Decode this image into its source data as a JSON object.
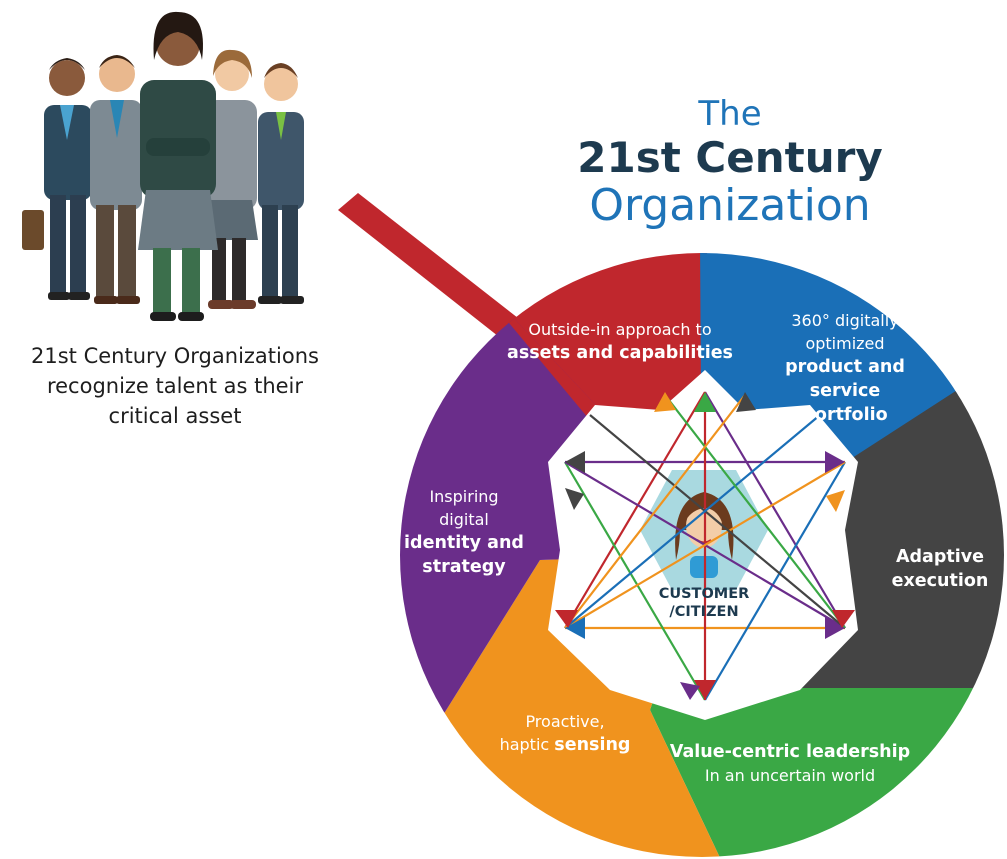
{
  "title": {
    "line1": "The",
    "line2": "21st Century",
    "line3": "Organization"
  },
  "people_caption": {
    "line1": "21st Century Organizations",
    "line2": "recognize talent as their",
    "line3": "critical asset"
  },
  "segments": [
    {
      "name": "outside-in",
      "color": "#c0272d",
      "lines": [
        "Outside-in approach to"
      ],
      "bold_lines": [
        "assets and capabilities"
      ]
    },
    {
      "name": "portfolio",
      "color": "#1a6fb7",
      "lines": [
        "360° digitally",
        "optimized"
      ],
      "bold_lines": [
        "product and",
        "service",
        "portfolio"
      ]
    },
    {
      "name": "adaptive",
      "color": "#444444",
      "lines": [],
      "bold_lines": [
        "Adaptive",
        "execution"
      ]
    },
    {
      "name": "value-centric",
      "color": "#3aa845",
      "lines": [
        "In an uncertain world"
      ],
      "bold_lines": [
        "Value-centric leadership"
      ]
    },
    {
      "name": "proactive",
      "color": "#f0931e",
      "lines": [
        "Proactive,",
        "haptic"
      ],
      "bold_lines": [
        "sensing"
      ]
    },
    {
      "name": "inspiring",
      "color": "#6a2d8a",
      "lines": [
        "Inspiring",
        "digital"
      ],
      "bold_lines": [
        "identity and",
        "strategy"
      ]
    }
  ],
  "center": {
    "line1": "CUSTOMER",
    "line2": "/CITIZEN"
  },
  "colors": {
    "title_blue": "#1f74b8",
    "title_dark": "#1d3a4f",
    "hexagon_fill": "#a9d9e0",
    "pointer_red": "#c0272d"
  },
  "icons": [
    "businesspeople-group-illustration",
    "customer-woman-avatar",
    "star-arrow-network"
  ]
}
